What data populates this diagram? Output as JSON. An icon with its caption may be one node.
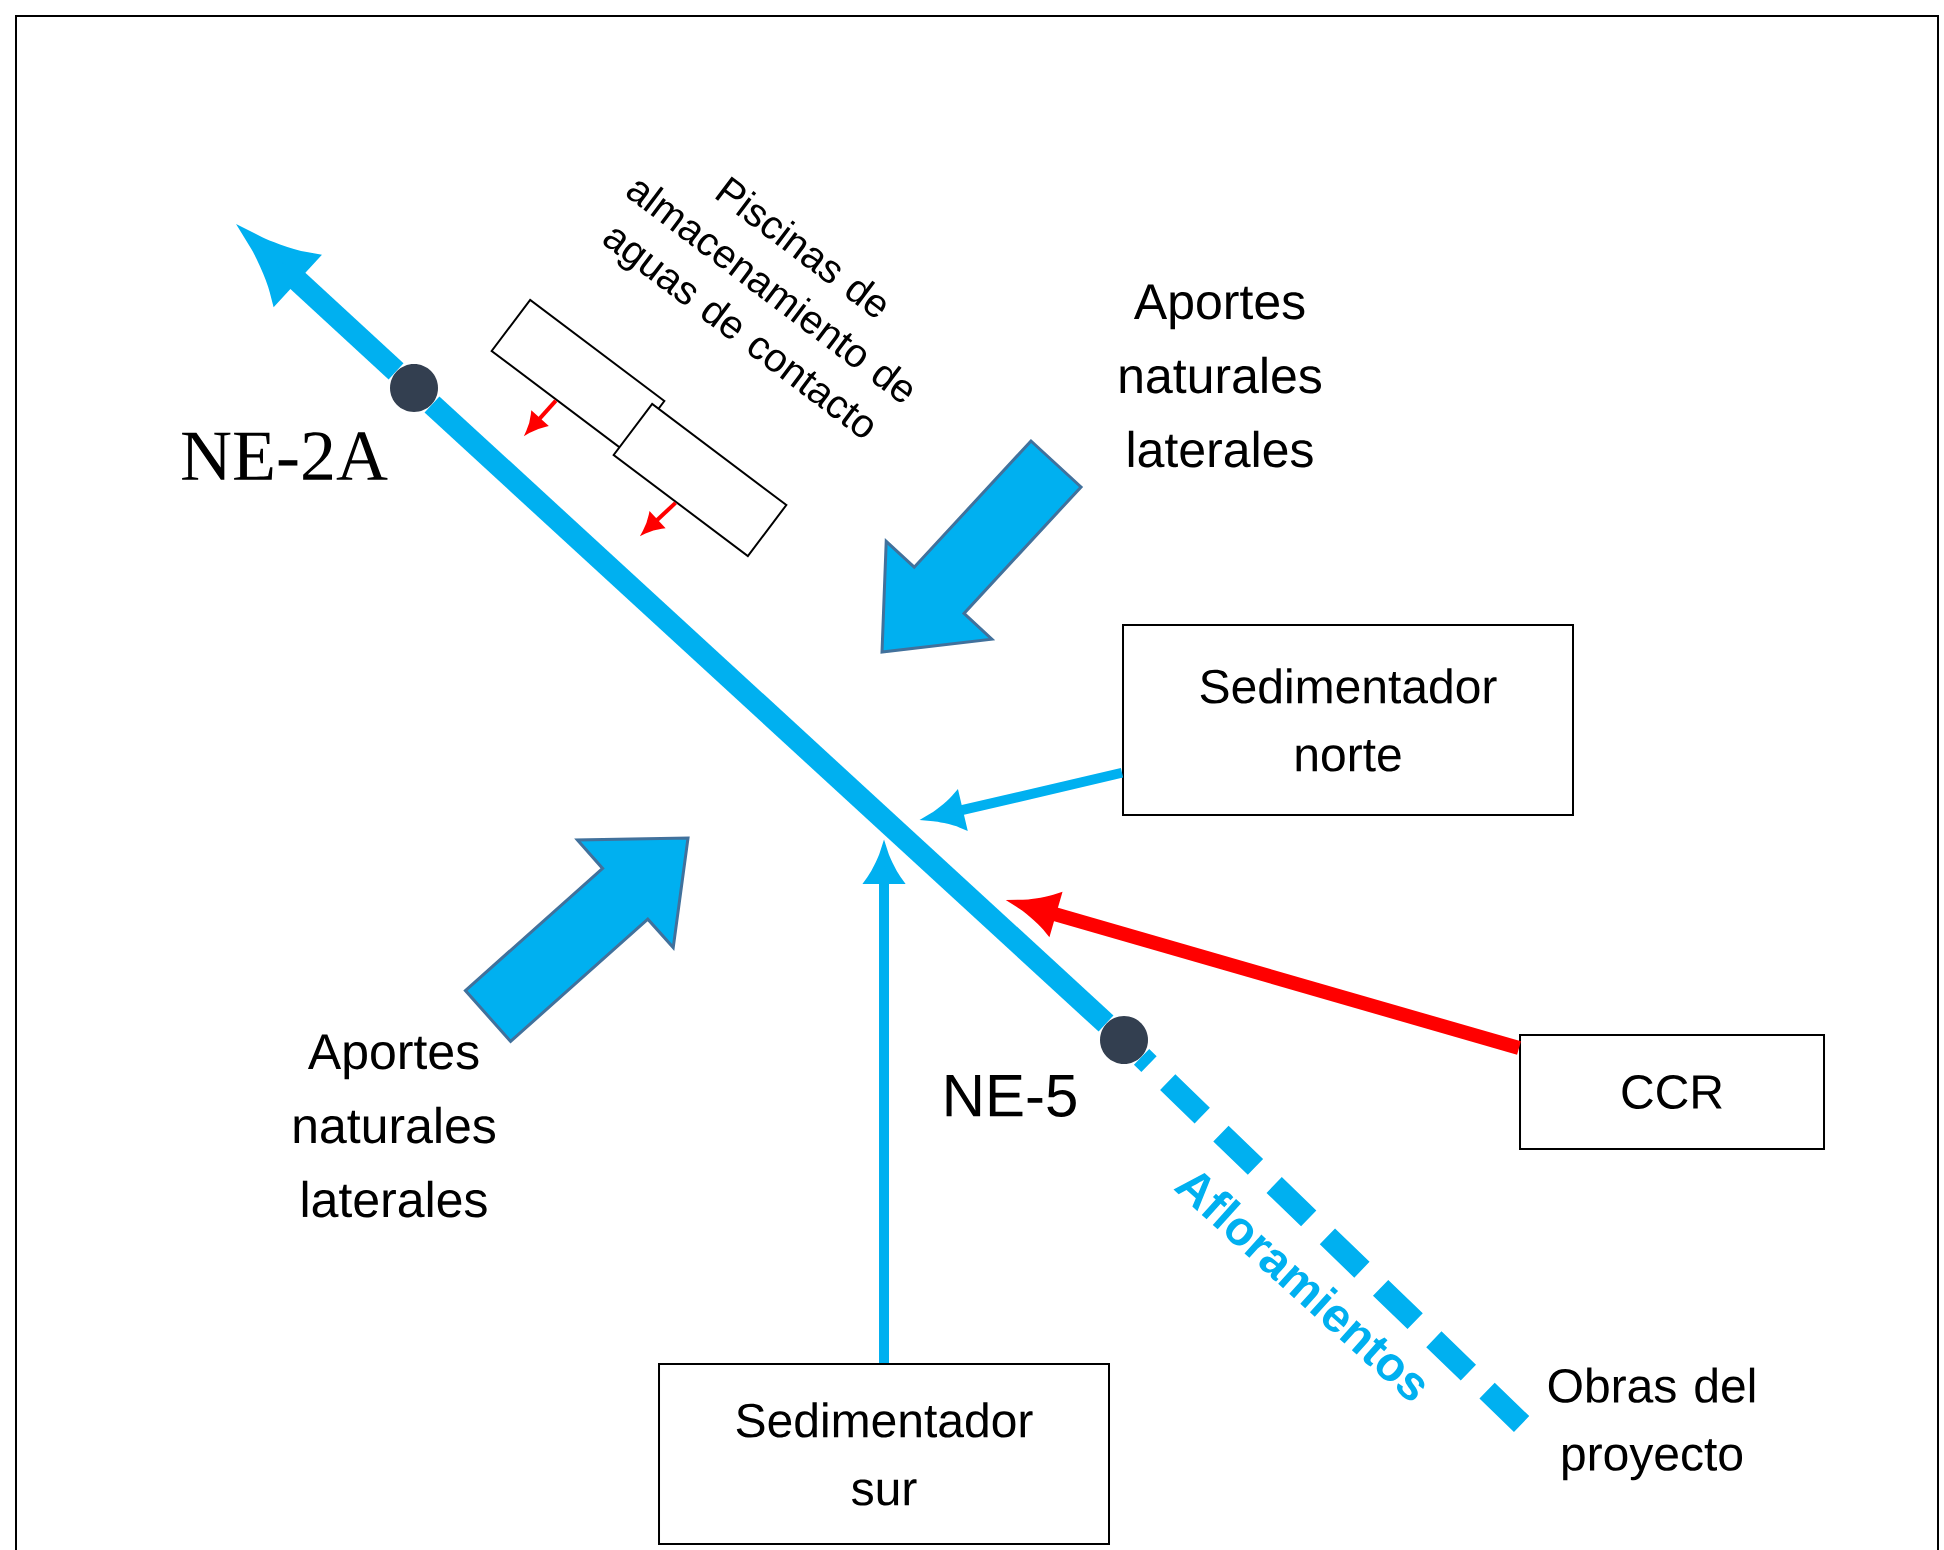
{
  "diagram": {
    "nodes": [
      {
        "text": [],
        "shape": "circle",
        "beside": [
          "NE-2A"
        ]
      },
      {
        "text": [],
        "shape": "circle",
        "beside": [
          "NE-5"
        ]
      },
      {
        "text": [],
        "shape": "box"
      },
      {
        "text": [],
        "shape": "box"
      },
      {
        "text": [
          "Sedimentador norte"
        ]
      },
      {
        "text": [
          "CCR"
        ]
      },
      {
        "text": [
          "Sedimentador sur"
        ]
      },
      {
        "text": [
          "Obras del proyecto"
        ]
      }
    ],
    "edges": [
      {
        "from": 7,
        "to": 1,
        "arrow": "none",
        "style": "dashed",
        "label": "Afloramientos"
      },
      {
        "from": 1,
        "to": 0,
        "arrow": "none",
        "style": "thick"
      },
      {
        "from": 0,
        "to": null,
        "arrow": "to",
        "style": "thick"
      },
      {
        "from": 4,
        "to": null,
        "arrow": "to"
      },
      {
        "from": 5,
        "to": null,
        "arrow": "to",
        "color": "#ff0000"
      },
      {
        "from": 6,
        "to": null,
        "arrow": "to"
      },
      {
        "from": 2,
        "to": null,
        "arrow": "to",
        "color": "#ff0000"
      },
      {
        "from": 3,
        "to": null,
        "arrow": "to",
        "color": "#ff0000"
      }
    ],
    "labels": [
      "Piscinas de almacenamiento de aguas de contacto",
      "Aportes naturales laterales",
      "Aportes naturales laterales"
    ]
  }
}
